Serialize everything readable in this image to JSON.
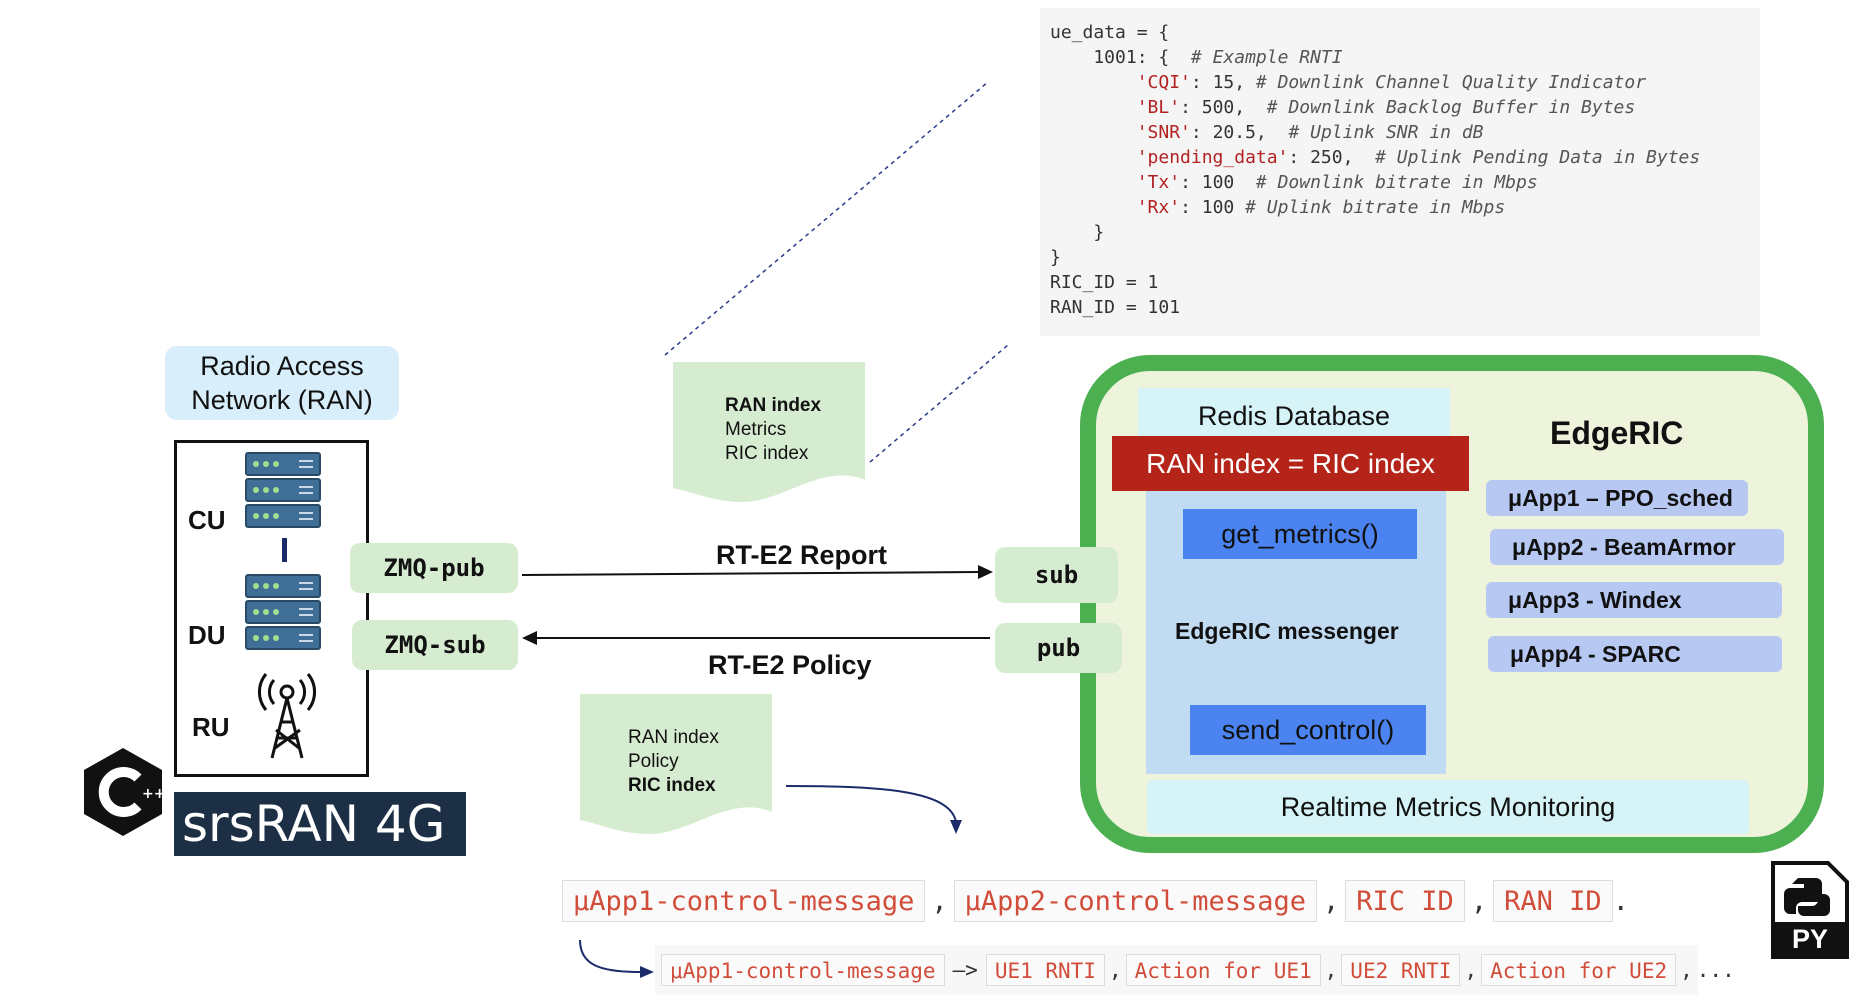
{
  "code_block": {
    "lines": [
      {
        "parts": [
          {
            "t": "ue_data = {",
            "k": "n"
          }
        ]
      },
      {
        "parts": [
          {
            "t": "    1001: {  ",
            "k": "n"
          },
          {
            "t": "# Example RNTI",
            "k": "c"
          }
        ]
      },
      {
        "parts": [
          {
            "t": "        ",
            "k": "n"
          },
          {
            "t": "'CQI'",
            "k": "s"
          },
          {
            "t": ": 15, ",
            "k": "n"
          },
          {
            "t": "# Downlink Channel Quality Indicator",
            "k": "c"
          }
        ]
      },
      {
        "parts": [
          {
            "t": "        ",
            "k": "n"
          },
          {
            "t": "'BL'",
            "k": "s"
          },
          {
            "t": ": 500,  ",
            "k": "n"
          },
          {
            "t": "# Downlink Backlog Buffer in Bytes",
            "k": "c"
          }
        ]
      },
      {
        "parts": [
          {
            "t": "        ",
            "k": "n"
          },
          {
            "t": "'SNR'",
            "k": "s"
          },
          {
            "t": ": 20.5,  ",
            "k": "n"
          },
          {
            "t": "# Uplink SNR in dB",
            "k": "c"
          }
        ]
      },
      {
        "parts": [
          {
            "t": "        ",
            "k": "n"
          },
          {
            "t": "'pending_data'",
            "k": "s"
          },
          {
            "t": ": 250,  ",
            "k": "n"
          },
          {
            "t": "# Uplink Pending Data in Bytes",
            "k": "c"
          }
        ]
      },
      {
        "parts": [
          {
            "t": "        ",
            "k": "n"
          },
          {
            "t": "'Tx'",
            "k": "s"
          },
          {
            "t": ": 100  ",
            "k": "n"
          },
          {
            "t": "# Downlink bitrate in Mbps",
            "k": "c"
          }
        ]
      },
      {
        "parts": [
          {
            "t": "        ",
            "k": "n"
          },
          {
            "t": "'Rx'",
            "k": "s"
          },
          {
            "t": ": 100 ",
            "k": "n"
          },
          {
            "t": "# Uplink bitrate in Mbps",
            "k": "c"
          }
        ]
      },
      {
        "parts": [
          {
            "t": "    }",
            "k": "n"
          }
        ]
      },
      {
        "parts": [
          {
            "t": "}",
            "k": "n"
          }
        ]
      },
      {
        "parts": [
          {
            "t": "RIC_ID = 1",
            "k": "n"
          }
        ]
      },
      {
        "parts": [
          {
            "t": "RAN_ID = 101",
            "k": "n"
          }
        ]
      }
    ]
  },
  "ran": {
    "title_line1": "Radio Access",
    "title_line2": "Network (RAN)",
    "cu": "CU",
    "du": "DU",
    "ru": "RU",
    "brand": "srsRAN 4G",
    "cpp_logo_text": "C++"
  },
  "zmq": {
    "pub": "ZMQ-pub",
    "sub": "ZMQ-sub"
  },
  "links": {
    "report": "RT-E2 Report",
    "policy": "RT-E2 Policy"
  },
  "report_doc": {
    "line1": "RAN index",
    "line2": "Metrics",
    "line3": "RIC index"
  },
  "policy_doc": {
    "line1": "RAN index",
    "line2": "Policy",
    "line3": "RIC index"
  },
  "edgeric": {
    "sub": "sub",
    "pub": "pub",
    "redis": "Redis Database",
    "ran_ric": "RAN index = RIC index",
    "get_metrics": "get_metrics()",
    "messenger": "EdgeRIC messenger",
    "send_control": "send_control()",
    "title": "EdgeRIC",
    "monitoring": "Realtime Metrics Monitoring",
    "apps": [
      "μApp1 – PPO_sched",
      "μApp2 - BeamArmor",
      "μApp3 - Windex",
      "μApp4 - SPARC"
    ]
  },
  "control_message": {
    "row1": [
      "μApp1-control-message",
      "μApp2-control-message",
      "RIC ID",
      "RAN ID"
    ],
    "row1_end": ".",
    "row2_first": "μApp1-control-message",
    "row2_arrow": "—>",
    "row2": [
      "UE1 RNTI",
      "Action for UE1",
      "UE2 RNTI",
      "Action for UE2"
    ],
    "row2_end": "..."
  },
  "py_logo": "PY",
  "colors": {
    "green_border": "#4caf50",
    "ran_red": "#b52418",
    "function_blue": "#4b83f0",
    "app_blue": "#b7c9f2"
  }
}
